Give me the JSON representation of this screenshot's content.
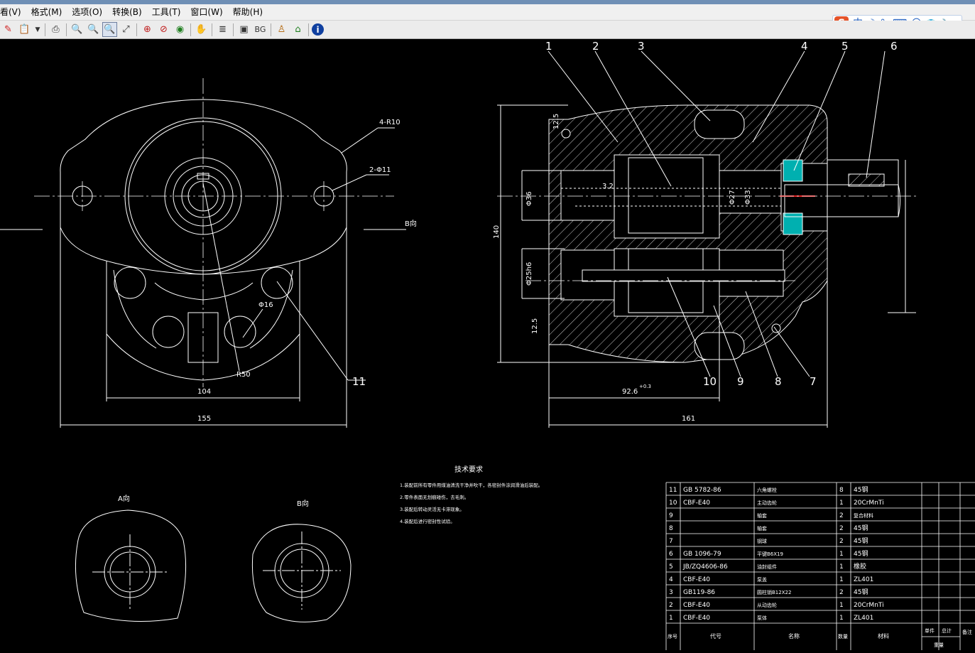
{
  "menu": [
    "看(V)",
    "格式(M)",
    "选项(O)",
    "转换(B)",
    "工具(T)",
    "窗口(W)",
    "帮助(H)"
  ],
  "toolbar": {
    "bg_label": "BG"
  },
  "ime": {
    "logo": "S",
    "mode": "中",
    "moon": "☽",
    "punct": "°,",
    "keyboard": "⌨",
    "user": "☺",
    "shirt": "👕",
    "wrench": "🔧"
  },
  "front_view": {
    "label_4r10": "4-R10",
    "label_2phi11": "2-Φ11",
    "label_b": "B向",
    "label_phi16": "Φ16",
    "label_r50": "R50",
    "dim_104": "104",
    "dim_155": "155",
    "part11": "11"
  },
  "section_view": {
    "parts": [
      "1",
      "2",
      "3",
      "4",
      "5",
      "6",
      "10",
      "9",
      "8",
      "7"
    ],
    "dim_140": "140",
    "dim_161": "161",
    "dim_92_6": "92.6",
    "dim_92_6_tol": "+0.3",
    "dim_12_5_top": "12.5",
    "dim_12_5_bot": "12.5",
    "dim_3_2": "3.2",
    "dim_phi_top": "Φ27",
    "dim_phi_33": "Φ33",
    "dim_phi_left_top": "Φ36",
    "dim_phi_left_bot": "Φ25h6"
  },
  "views": {
    "a_label": "A向",
    "b_label": "B向"
  },
  "notes": {
    "title": "技术要求",
    "lines": [
      "1.装配前所有零件用煤油清洗干净并吹干，各密封件涂润滑油后装配。",
      "2.零件表面无划痕碰伤，去毛刺。",
      "3.装配后转动灵活无卡滞现象。",
      "4.装配后进行密封性试验。"
    ]
  },
  "bom": {
    "rows": [
      [
        "11",
        "GB 5782-86",
        "六角螺栓",
        "8",
        "45钢"
      ],
      [
        "10",
        "CBF-E40",
        "主动齿轮",
        "1",
        "20CrMnTi"
      ],
      [
        "9",
        "",
        "轴套",
        "2",
        "复合材料"
      ],
      [
        "8",
        "",
        "轴套",
        "2",
        "45钢"
      ],
      [
        "7",
        "",
        "钢球",
        "2",
        "45钢"
      ],
      [
        "6",
        "GB 1096-79",
        "平键B6X19",
        "1",
        "45钢"
      ],
      [
        "5",
        "JB/ZQ4606-86",
        "油封组件",
        "1",
        "橡胶"
      ],
      [
        "4",
        "CBF-E40",
        "泵盖",
        "1",
        "ZL401"
      ],
      [
        "3",
        "GB119-86",
        "圆柱销B12X22",
        "2",
        "45钢"
      ],
      [
        "2",
        "CBF-E40",
        "从动齿轮",
        "1",
        "20CrMnTi"
      ],
      [
        "1",
        "CBF-E40",
        "泵体",
        "1",
        "ZL401"
      ]
    ],
    "header": {
      "no": "序号",
      "code": "代号",
      "name": "名称",
      "qty": "数量",
      "material": "材料",
      "single": "单件",
      "total": "总计",
      "weight": "重量",
      "note": "备注"
    }
  }
}
